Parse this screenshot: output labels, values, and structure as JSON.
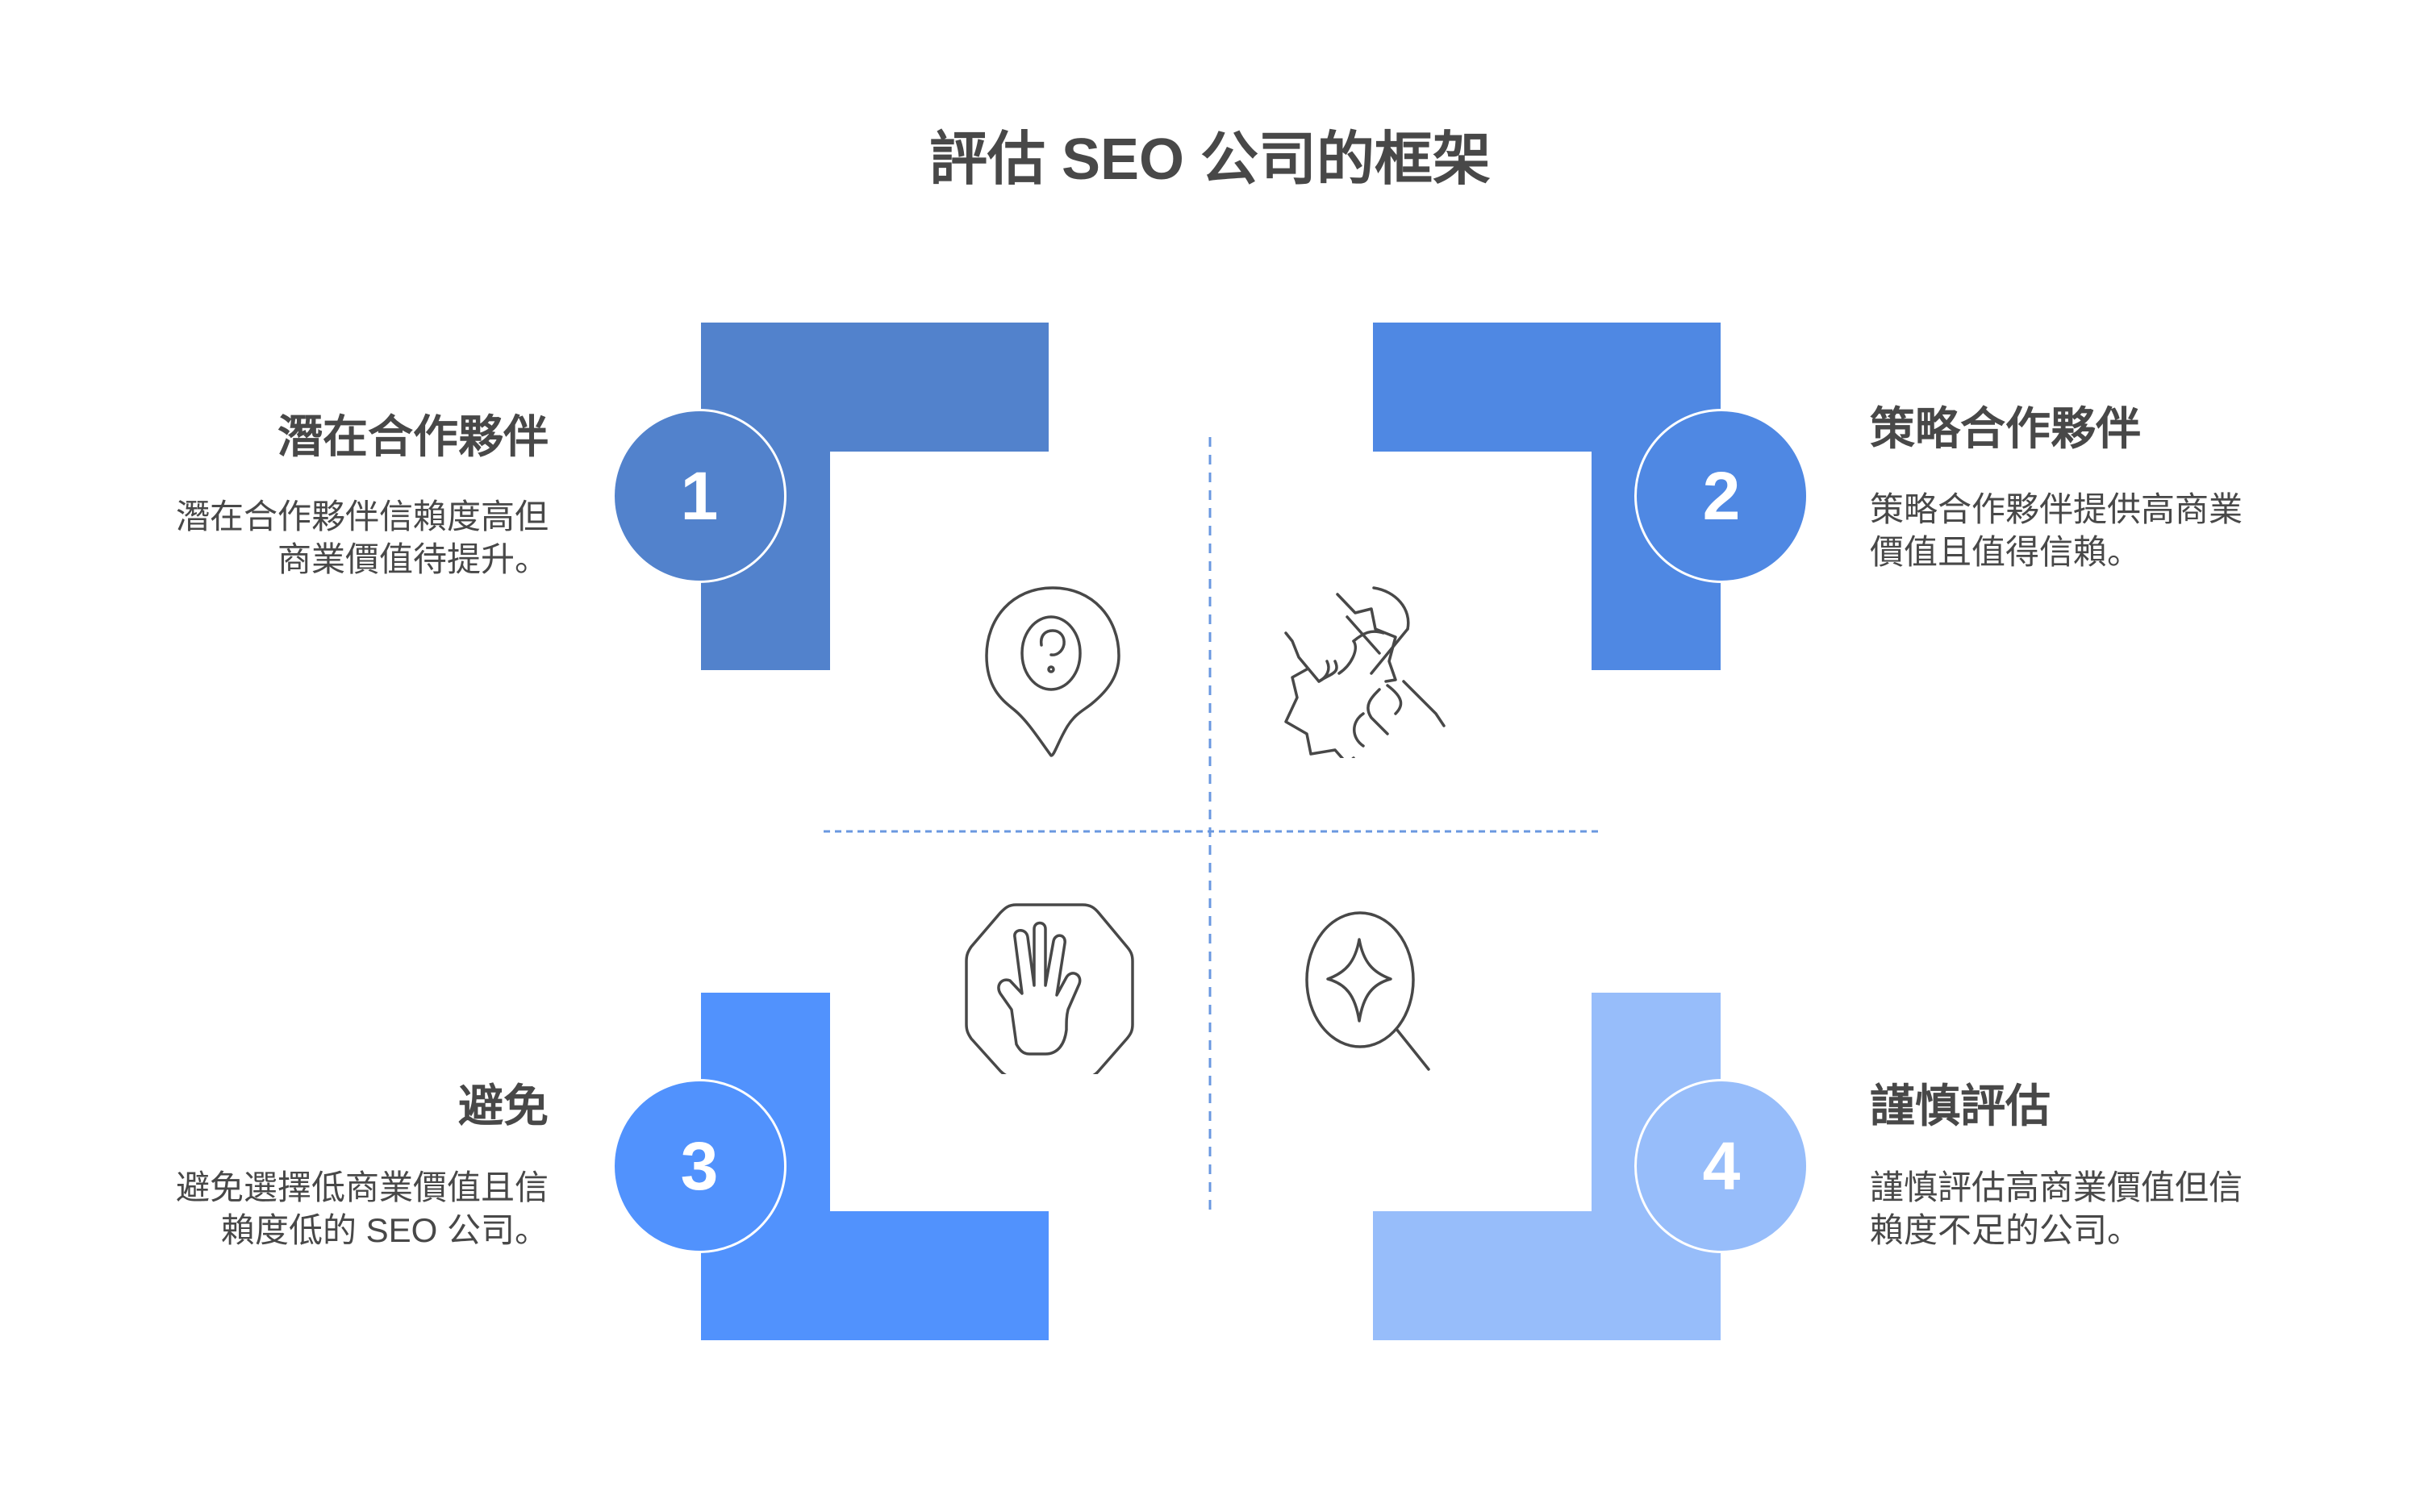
{
  "title": "評估 SEO 公司的框架",
  "colors": {
    "q1": "#5282CC",
    "q2": "#4F88E3",
    "q3": "#5192FD",
    "q4": "#97BDFA",
    "text": "#484848",
    "divider": "#6A98E0"
  },
  "quadrants": [
    {
      "number": "1",
      "heading": "潛在合作夥伴",
      "desc_line1": "潛在合作夥伴信賴度高但",
      "desc_line2": "商業價值待提升。",
      "icon": "question-location-pin-icon"
    },
    {
      "number": "2",
      "heading": "策略合作夥伴",
      "desc_line1": "策略合作夥伴提供高商業",
      "desc_line2": "價值且值得信賴。",
      "icon": "fist-bump-icon"
    },
    {
      "number": "3",
      "heading": "避免",
      "desc_line1": "避免選擇低商業價值且信",
      "desc_line2": "賴度低的 SEO 公司。",
      "icon": "stop-hand-icon"
    },
    {
      "number": "4",
      "heading": "謹慎評估",
      "desc_line1": "謹慎評估高商業價值但信",
      "desc_line2": "賴度不足的公司。",
      "icon": "sparkle-magnifier-icon"
    }
  ]
}
